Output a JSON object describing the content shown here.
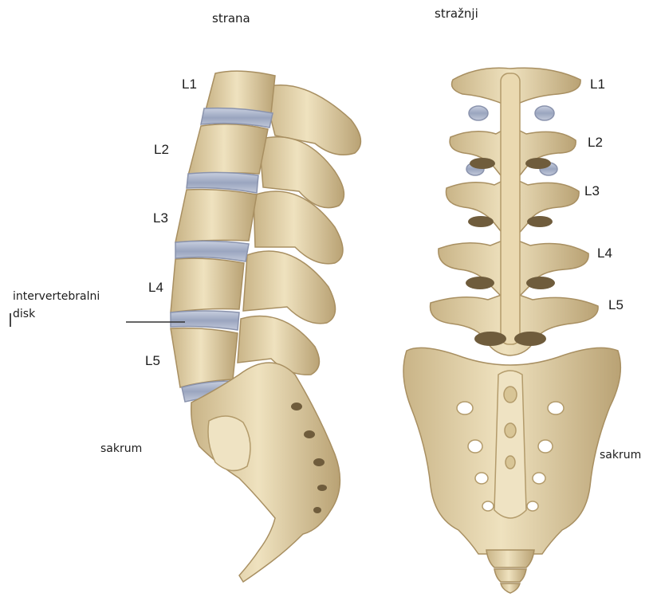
{
  "views": {
    "side": {
      "heading": "strana"
    },
    "back": {
      "heading": "stražnji"
    }
  },
  "side_labels": [
    "L1",
    "L2",
    "L3",
    "L4",
    "L5"
  ],
  "back_labels": [
    "L1",
    "L2",
    "L3",
    "L4",
    "L5"
  ],
  "disc_label": {
    "line1": "intervertebralni",
    "line2": "disk"
  },
  "sacrum_side": "sakrum",
  "sacrum_back": "sakrum",
  "colors": {
    "bone": "#e6d6ad",
    "bone_shade": "#b9a274",
    "bone_dark": "#6f5c3c",
    "disc": "#a9b2c8"
  }
}
